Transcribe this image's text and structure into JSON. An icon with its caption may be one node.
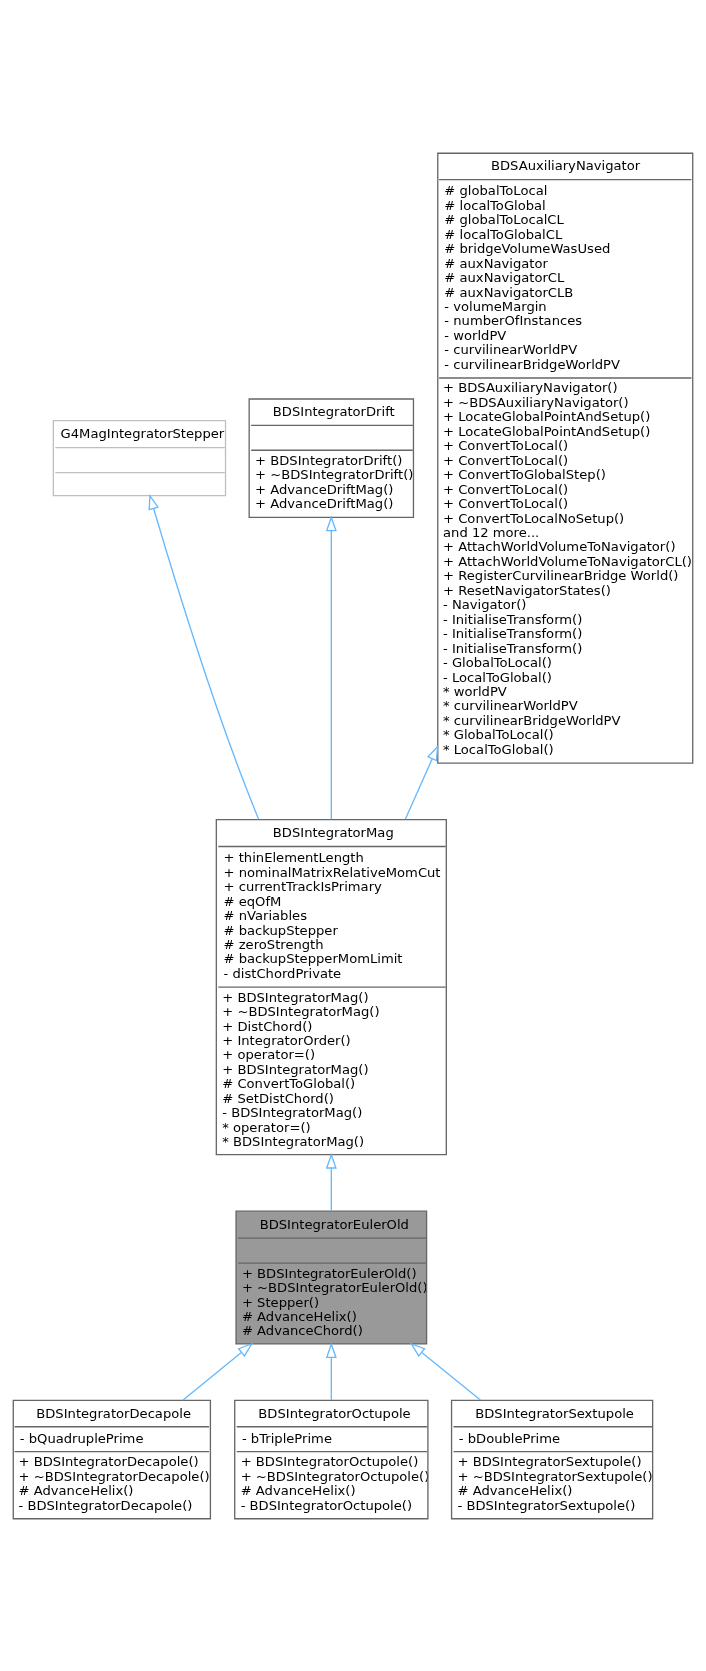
{
  "diagram": {
    "nodes": [
      {
        "text": [
          "G4MagIntegratorStepper"
        ]
      },
      {
        "text": [
          "BDSIntegratorDrift",
          "+ BDSIntegratorDrift()",
          "+ ~BDSIntegratorDrift()",
          "+ AdvanceDriftMag()",
          "+ AdvanceDriftMag()"
        ]
      },
      {
        "text": [
          "BDSAuxiliaryNavigator",
          "# globalToLocal",
          "# localToGlobal",
          "# globalToLocalCL",
          "# localToGlobalCL",
          "# bridgeVolumeWasUsed",
          "# auxNavigator",
          "# auxNavigatorCL",
          "# auxNavigatorCLB",
          "- volumeMargin",
          "- numberOfInstances",
          "- worldPV",
          "- curvilinearWorldPV",
          "- curvilinearBridgeWorldPV",
          "+ BDSAuxiliaryNavigator()",
          "+ ~BDSAuxiliaryNavigator()",
          "+ LocateGlobalPointAndSetup()",
          "+ LocateGlobalPointAndSetup()",
          "+ ConvertToLocal()",
          "+ ConvertToLocal()",
          "+ ConvertToGlobalStep()",
          "+ ConvertToLocal()",
          "+ ConvertToLocal()",
          "+ ConvertToLocalNoSetup()",
          "and 12 more...",
          "+ AttachWorldVolumeToNavigator()",
          "+ AttachWorldVolumeToNavigatorCL()",
          "+ RegisterCurvilinearBridge World()",
          "+ ResetNavigatorStates()",
          "- Navigator()",
          "- InitialiseTransform()",
          "- InitialiseTransform()",
          "- InitialiseTransform()",
          "- GlobalToLocal()",
          "- LocalToGlobal()",
          "* worldPV",
          "* curvilinearWorldPV",
          "* curvilinearBridgeWorldPV",
          "* GlobalToLocal()",
          "* LocalToGlobal()"
        ]
      },
      {
        "text": [
          "BDSIntegratorMag",
          "+ thinElementLength",
          "+ nominalMatrixRelativeMomCut",
          "+ currentTrackIsPrimary",
          "# eqOfM",
          "# nVariables",
          "# backupStepper",
          "# zeroStrength",
          "# backupStepperMomLimit",
          "- distChordPrivate",
          "+ BDSIntegratorMag()",
          "+ ~BDSIntegratorMag()",
          "+ DistChord()",
          "+ IntegratorOrder()",
          "+ operator=()",
          "+ BDSIntegratorMag()",
          "# ConvertToGlobal()",
          "# SetDistChord()",
          "- BDSIntegratorMag()",
          "* operator=()",
          "* BDSIntegratorMag()"
        ]
      },
      {
        "text": [
          "BDSIntegratorEulerOld",
          "+ BDSIntegratorEulerOld()",
          "+ ~BDSIntegratorEulerOld()",
          "+ Stepper()",
          "# AdvanceHelix()",
          "# AdvanceChord()"
        ]
      },
      {
        "text": [
          "BDSIntegratorDecapole",
          "- bQuadruplePrime",
          "+ BDSIntegratorDecapole()",
          "+ ~BDSIntegratorDecapole()",
          "# AdvanceHelix()",
          "- BDSIntegratorDecapole()"
        ]
      },
      {
        "text": [
          "BDSIntegratorOctupole",
          "- bTriplePrime",
          "+ BDSIntegratorOctupole()",
          "+ ~BDSIntegratorOctupole()",
          "# AdvanceHelix()",
          "- BDSIntegratorOctupole()"
        ]
      },
      {
        "text": [
          "BDSIntegratorSextupole",
          "- bDoublePrime",
          "+ BDSIntegratorSextupole()",
          "+ ~BDSIntegratorSextupole()",
          "# AdvanceHelix()",
          "- BDSIntegratorSextupole()"
        ]
      }
    ],
    "edges": [
      {
        "from": 3,
        "to": 0,
        "arrow": "to"
      },
      {
        "from": 3,
        "to": 1,
        "arrow": "to"
      },
      {
        "from": 3,
        "to": 2,
        "arrow": "to"
      },
      {
        "from": 4,
        "to": 3,
        "arrow": "to"
      },
      {
        "from": 5,
        "to": 4,
        "arrow": "to"
      },
      {
        "from": 6,
        "to": 4,
        "arrow": "to"
      },
      {
        "from": 7,
        "to": 4,
        "arrow": "to"
      }
    ]
  }
}
